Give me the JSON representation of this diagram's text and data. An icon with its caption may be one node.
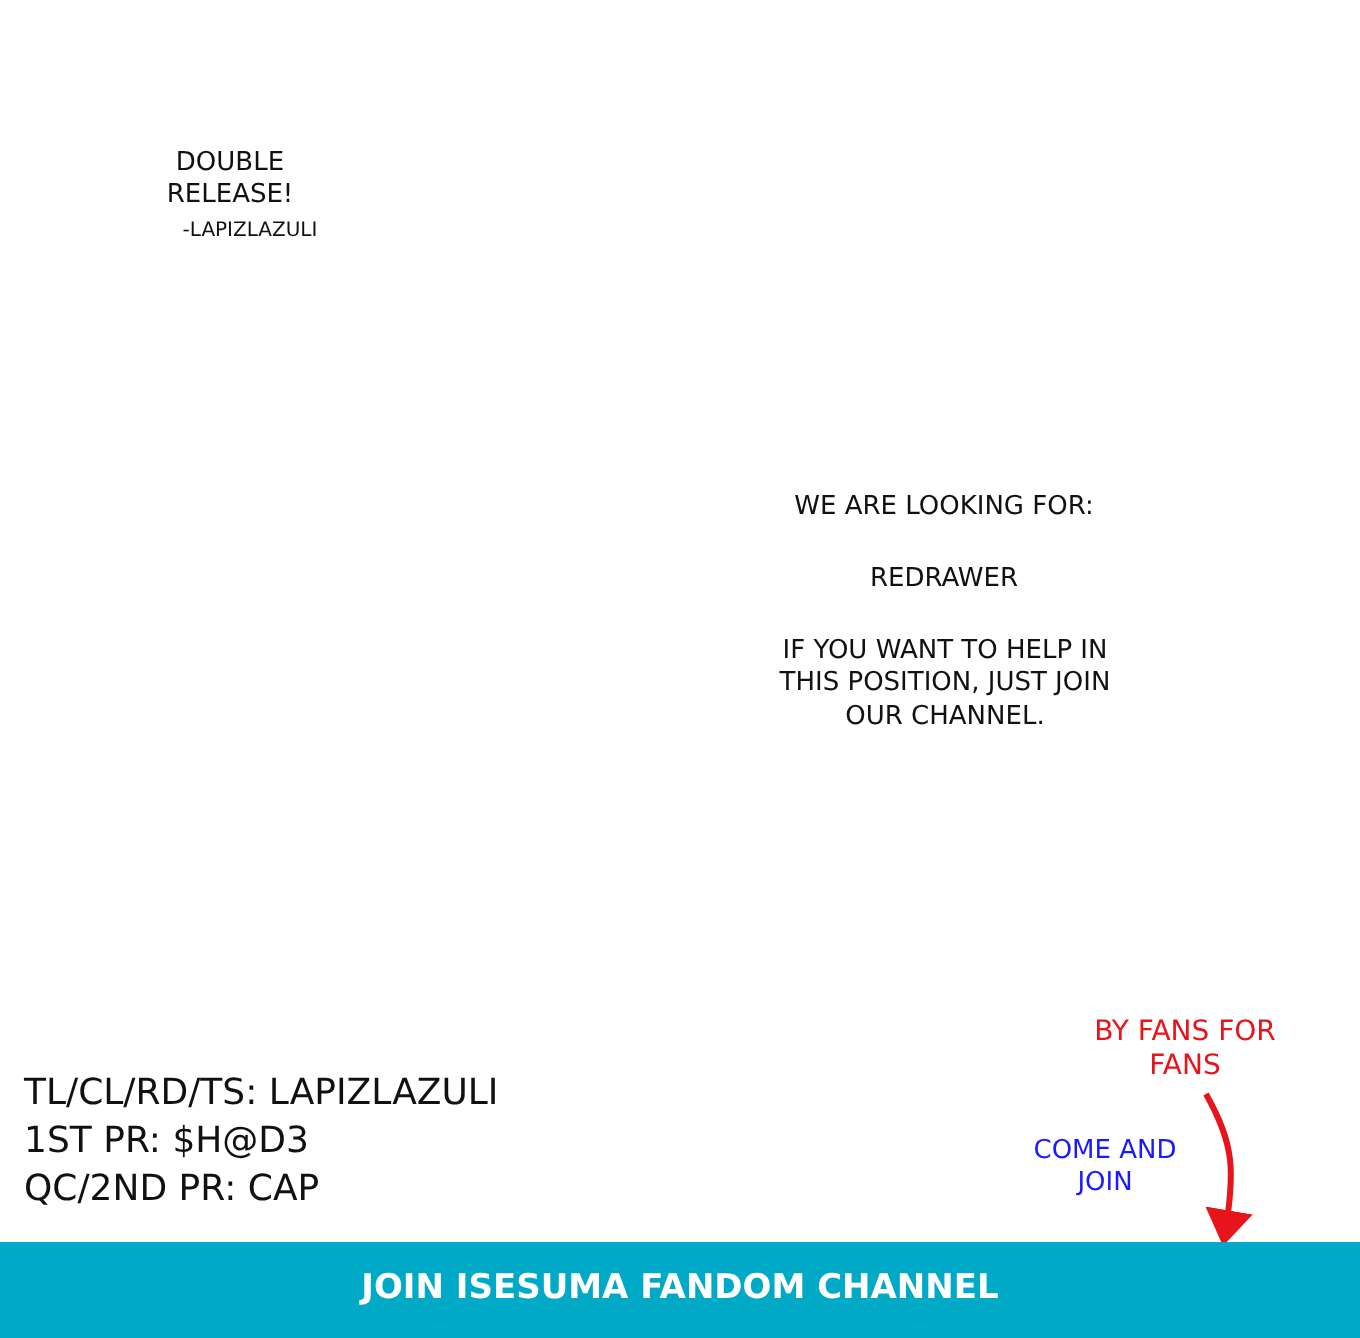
{
  "diagram": {
    "nodes": [
      {
        "text": [
          "BY FANS FOR FANS"
        ]
      },
      {
        "text": [
          "JOIN ISESUMA FANDOM CHANNEL"
        ]
      }
    ],
    "edges": [
      {
        "from": 0,
        "to": 1,
        "arrow": "to"
      }
    ],
    "labels": [
      "DOUBLE RELEASE!",
      "-LAPIZLAZULI",
      "WE ARE LOOKING FOR:",
      "REDRAWER",
      "IF YOU WANT TO HELP IN THIS POSITION, JUST JOIN OUR CHANNEL.",
      "TL/CL/RD/TS: LAPIZLAZULI",
      "1ST PR: $H@D3",
      "QC/2ND PR: CAP",
      "COME AND JOIN"
    ]
  }
}
